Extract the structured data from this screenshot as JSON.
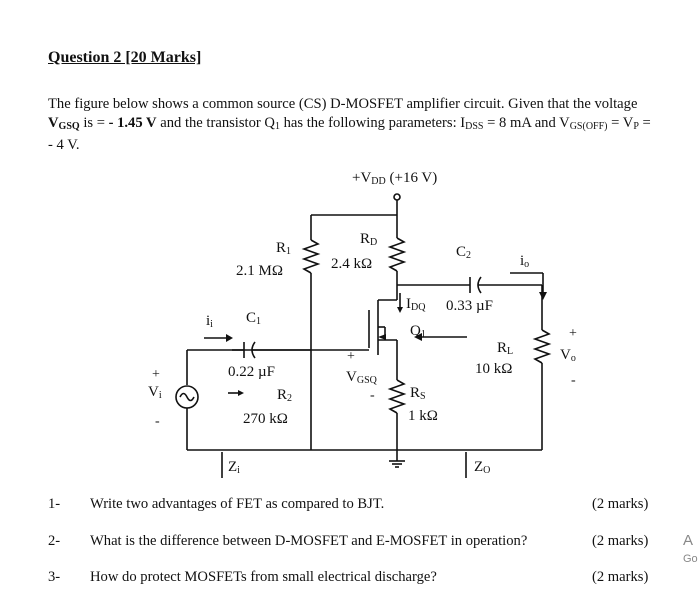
{
  "heading": "Question 2 [20 Marks]",
  "intro": {
    "p1": "The figure below shows a common source (CS) D-MOSFET amplifier circuit. Given that the voltage ",
    "vgsq_label": "V",
    "vgsq_sub": "GSQ",
    "p2": " is = ",
    "vgsq_value": "- 1.45 V",
    "p3": " and the transistor Q",
    "q_sub": "1",
    "p4": " has the following parameters: I",
    "idss_sub": "DSS",
    "p5": " = 8 mA and V",
    "vgsoff_sub": "GS(OFF)",
    "p6": " = V",
    "vp_sub": "P",
    "p7": " = - 4 V."
  },
  "circuit": {
    "vdd_label": "+V",
    "vdd_sub": "DD",
    "vdd_value": "(+16 V)",
    "r1_name": "R",
    "r1_sub": "1",
    "r1_value": "2.1 MΩ",
    "rd_name": "R",
    "rd_sub": "D",
    "rd_value": "2.4 kΩ",
    "c2_name": "C",
    "c2_sub": "2",
    "c2_value": "0.33 µF",
    "io_name": "i",
    "io_sub": "o",
    "idq_name": "I",
    "idq_sub": "DQ",
    "q1_name": "Q",
    "q1_sub": "1",
    "ii_name": "i",
    "ii_sub": "i",
    "c1_name": "C",
    "c1_sub": "1",
    "c1_value": "0.22 µF",
    "vi_name": "V",
    "vi_sub": "i",
    "r2_name": "R",
    "r2_sub": "2",
    "r2_value": "270 kΩ",
    "vgsq_name": "V",
    "vgsq_sub": "GSQ",
    "rs_name": "R",
    "rs_sub": "S",
    "rs_value": "1 kΩ",
    "rl_name": "R",
    "rl_sub": "L",
    "rl_value": "10 kΩ",
    "vo_name": "V",
    "vo_sub": "o",
    "zi_name": "Z",
    "zi_sub": "i",
    "zo_name": "Z",
    "zo_sub": "O",
    "plus": "+",
    "minus": "-"
  },
  "questions": [
    {
      "num": "1-",
      "text": "Write two advantages of FET as compared to BJT.",
      "marks": "(2 marks)"
    },
    {
      "num": "2-",
      "text": "What is the difference between D-MOSFET and E-MOSFET in operation?",
      "marks": "(2 marks)"
    },
    {
      "num": "3-",
      "text": "How do protect MOSFETs from small electrical discharge?",
      "marks": "(2 marks)"
    }
  ],
  "edge_text": {
    "top": "A",
    "bottom": "Go"
  }
}
